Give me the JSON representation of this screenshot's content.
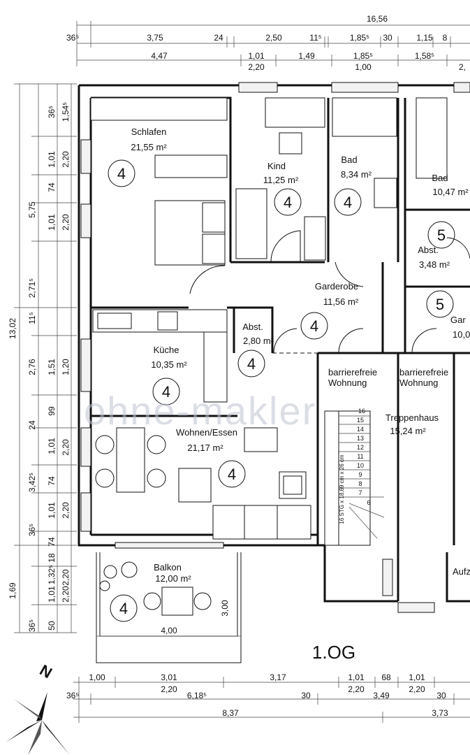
{
  "floor_label": "1.OG",
  "watermark": "ohne-makler",
  "dims_top": {
    "overall": "16,56",
    "row1": [
      "36⁵",
      "3,75",
      "24",
      "2,50",
      "11⁵",
      "1,85⁵",
      "30",
      "1,15",
      "8"
    ],
    "row2": [
      "4,47",
      "1,01",
      "2,20",
      "1,49",
      "1,85⁵",
      "1,00",
      "1,58⁵",
      "2,"
    ]
  },
  "dims_left": {
    "overall": "13,02",
    "col_outer": [
      "5,75",
      "2,71⁵",
      "11⁵",
      "2,76",
      "24",
      "3,42⁵",
      "36⁵",
      "1,69"
    ],
    "col_mid": [
      "36⁵",
      "1,01",
      "74",
      "1,01",
      "1,51",
      "99",
      "1,01",
      "74",
      "1,01",
      "74",
      "1,32⁵",
      "18",
      "36⁵"
    ],
    "col_inner": [
      "1,54⁵",
      "2,20",
      "2,20",
      "1,20",
      "2,20",
      "2,20",
      "2,20",
      "1,01",
      "2,20",
      "50"
    ]
  },
  "dims_bottom": {
    "row1": [
      "1,00",
      "3,01",
      "3,17",
      "1,01",
      "68",
      "1,01"
    ],
    "row1b": [
      "2,20",
      "2,20",
      "2,20"
    ],
    "row2": [
      "36⁵",
      "6,18⁵",
      "30",
      "3,49",
      "30"
    ],
    "row3": [
      "8,37",
      "3,73"
    ]
  },
  "balcony_dims": {
    "width": "4,00",
    "depth": "3,00"
  },
  "rooms": [
    {
      "name": "Schlafen",
      "area": "21,55 m²",
      "level": "4"
    },
    {
      "name": "Kind",
      "area": "11,25 m²",
      "level": "4"
    },
    {
      "name": "Bad",
      "area": "8,34 m²",
      "level": "4"
    },
    {
      "name": "Bad",
      "area": "10,47 m²",
      "level": ""
    },
    {
      "name": "Abst.",
      "area": "3,48 m²",
      "level": "5"
    },
    {
      "name": "Garderobe",
      "area": "11,56 m²",
      "level": "4"
    },
    {
      "name": "Abst.",
      "area": "2,80 m²",
      "level": "4"
    },
    {
      "name": "Küche",
      "area": "10,35 m²",
      "level": "4"
    },
    {
      "name": "Wohnen/Essen",
      "area": "21,17 m²",
      "level": "4"
    },
    {
      "name": "Balkon",
      "area": "12,00 m²",
      "level": "4"
    },
    {
      "name": "Treppenhaus",
      "area": "15,24 m²",
      "level": ""
    },
    {
      "name": "Gar",
      "area": "10,0",
      "level": "5"
    },
    {
      "name": "Aufz",
      "area": "",
      "level": ""
    }
  ],
  "door_labels": [
    "barrierefreie Wohnung",
    "barrierefreie Wohnung"
  ],
  "stair": {
    "label": "16 STG x 18,69 cm x 26 cm",
    "steps": [
      "16",
      "15",
      "14",
      "13",
      "12",
      "11",
      "10",
      "9",
      "8",
      "7",
      "6"
    ]
  },
  "north_label": "N"
}
